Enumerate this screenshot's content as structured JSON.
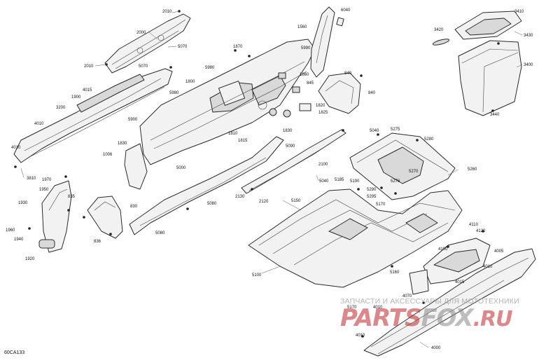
{
  "diagram_code": "60CA133",
  "watermark": {
    "tagline": "ЗАПЧАСТИ И АКСЕССУАРЫ ДЛЯ МОТОТЕХНИКИ",
    "logo_part1": "PARTS",
    "logo_part2": "FOX",
    "logo_tld": ".RU"
  },
  "callouts": {
    "c2010a": "2010",
    "c2000": "2000",
    "c5070": "5070",
    "c2010b": "2010",
    "c5070b": "5070",
    "c4015a": "4015",
    "c1900": "1900",
    "c3200": "3200",
    "c4010a": "4010",
    "c4010b": "4010",
    "c3810": "3810",
    "c1870": "1870",
    "c5980a": "5980",
    "c5990": "5990",
    "c1800": "1800",
    "c5980b": "5980",
    "c1560": "1560",
    "c6040": "6040",
    "c1860": "1860",
    "c845": "845",
    "c840a": "840",
    "c840b": "840",
    "c1820": "1820",
    "c1825": "1825",
    "c1830a": "1830",
    "c5900": "5900",
    "c1830b": "1830",
    "c1810": "1810",
    "c1815": "1815",
    "c1006": "1006",
    "c5000": "5000",
    "c5090": "5090",
    "c2100": "2100",
    "c3420": "3420",
    "c3410": "3410",
    "c3430": "3430",
    "c3400": "3400",
    "c3440": "3440",
    "c5040a": "5040",
    "c5275": "5275",
    "c5280": "5280",
    "c5270": "5270",
    "c5260": "5260",
    "c5276": "5276",
    "c1970": "1970",
    "c1930": "1930",
    "c1950": "1950",
    "c835": "835",
    "c830": "830",
    "c5080a": "5080",
    "c2130": "2130",
    "c2120": "2120",
    "c5040b": "5040",
    "c5185": "5185",
    "c5190": "5190",
    "c5290": "5290",
    "c5295": "5295",
    "c5170": "5170",
    "c5150": "5150",
    "c1960": "1960",
    "c1940": "1940",
    "c1920": "1920",
    "c836": "836",
    "c5080b": "5080",
    "c4110": "4110",
    "c4120": "4120",
    "c5100": "5100",
    "c4100": "4100",
    "c4005": "4005",
    "c4010c": "4010",
    "c5160": "5160",
    "c4015b": "4015",
    "c4070": "4070",
    "c4010d": "4010",
    "c5170b": "5170",
    "c4010e": "4010",
    "c4000": "4000"
  }
}
